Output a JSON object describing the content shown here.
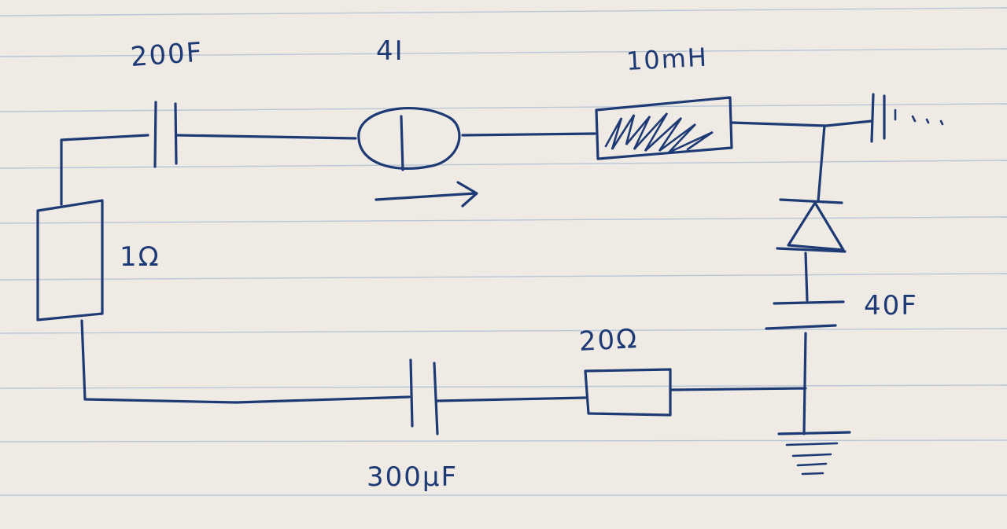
{
  "diagram": {
    "ink_color": "#1d3a74",
    "paper_color": "#efebe4",
    "rule_color": "#b9c6d8",
    "components": {
      "capacitor_top": {
        "label": "200F"
      },
      "current_source": {
        "label": "4I"
      },
      "inductor": {
        "label": "10mH"
      },
      "resistor_left": {
        "label": "1Ω"
      },
      "capacitor_right": {
        "label": "40F"
      },
      "resistor_bottom": {
        "label": "20Ω"
      },
      "capacitor_bottom": {
        "label": "300μF"
      },
      "partial_branch": {
        "label": "⫴..."
      }
    }
  }
}
